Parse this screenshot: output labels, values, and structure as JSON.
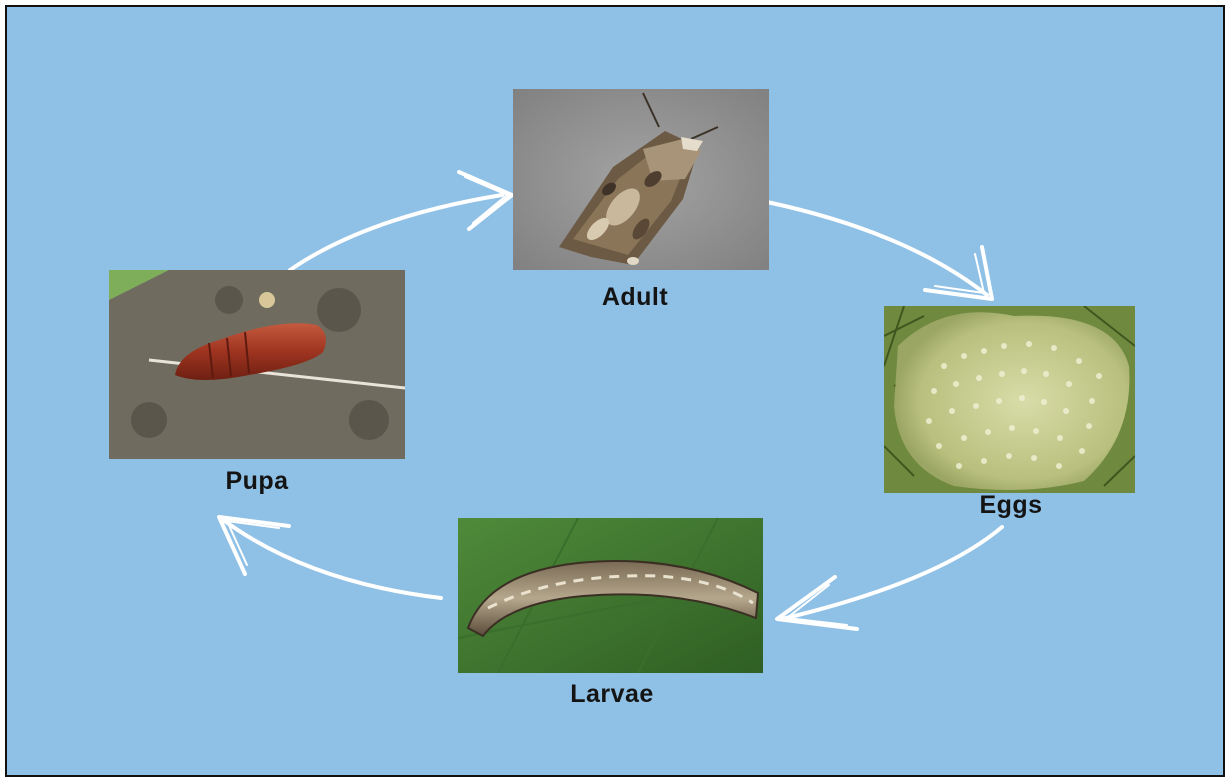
{
  "diagram": {
    "background_color": "#8fc0e6",
    "arrow_color": "#ffffff",
    "stages": {
      "adult": {
        "label": "Adult",
        "picture": "moth-photo"
      },
      "eggs": {
        "label": "Eggs",
        "picture": "egg-mass-photo"
      },
      "larvae": {
        "label": "Larvae",
        "picture": "caterpillar-photo"
      },
      "pupa": {
        "label": "Pupa",
        "picture": "pupa-photo"
      }
    },
    "cycle_order": [
      "Adult",
      "Eggs",
      "Larvae",
      "Pupa"
    ]
  }
}
